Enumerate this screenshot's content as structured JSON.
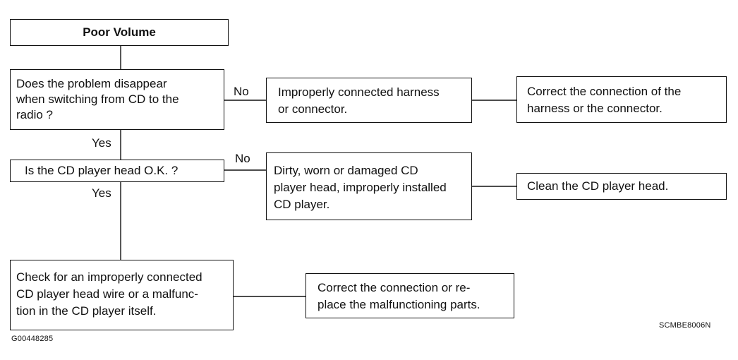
{
  "title": "Poor Volume",
  "question1": {
    "lines": [
      "Does the problem disappear",
      "when switching from CD to the",
      "radio ?"
    ],
    "no_label": "No",
    "yes_label": "Yes",
    "result_lines": [
      "Improperly connected harness",
      "or connector."
    ],
    "action_lines": [
      "Correct the connection of the",
      "harness or the connector."
    ]
  },
  "question2": {
    "text": "Is the CD player head O.K. ?",
    "no_label": "No",
    "yes_label": "Yes",
    "result_lines": [
      "Dirty, worn or damaged CD",
      "player head, improperly installed",
      "CD player."
    ],
    "action": "Clean the CD player head."
  },
  "final": {
    "lines": [
      "Check for an improperly connected",
      "CD player head wire or a malfunc-",
      "tion in the CD player itself."
    ],
    "action_lines": [
      "Correct the connection or re-",
      "place the malfunctioning parts."
    ]
  },
  "figure_code": "SCMBE8006N",
  "doc_code": "G00448285"
}
